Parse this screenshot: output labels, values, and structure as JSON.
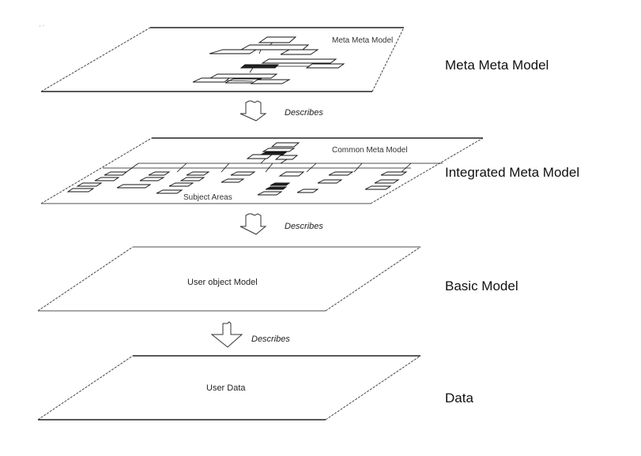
{
  "diagram": {
    "stray_mark": "' `",
    "levels": [
      {
        "id": "meta-meta-model",
        "label": "Meta Meta Model",
        "inner_labels": [
          "Meta Meta Model"
        ]
      },
      {
        "id": "integrated-meta-model",
        "label": "Integrated Meta Model",
        "inner_labels": [
          "Common Meta Model",
          "Subject Areas"
        ]
      },
      {
        "id": "basic-model",
        "label": "Basic Model",
        "inner_labels": [
          "User object Model"
        ]
      },
      {
        "id": "data",
        "label": "Data",
        "inner_labels": [
          "User Data"
        ]
      }
    ],
    "relations": [
      {
        "from": "meta-meta-model",
        "to": "integrated-meta-model",
        "label": "Describes"
      },
      {
        "from": "integrated-meta-model",
        "to": "basic-model",
        "label": "Describes"
      },
      {
        "from": "basic-model",
        "to": "data",
        "label": "Describes"
      }
    ]
  }
}
